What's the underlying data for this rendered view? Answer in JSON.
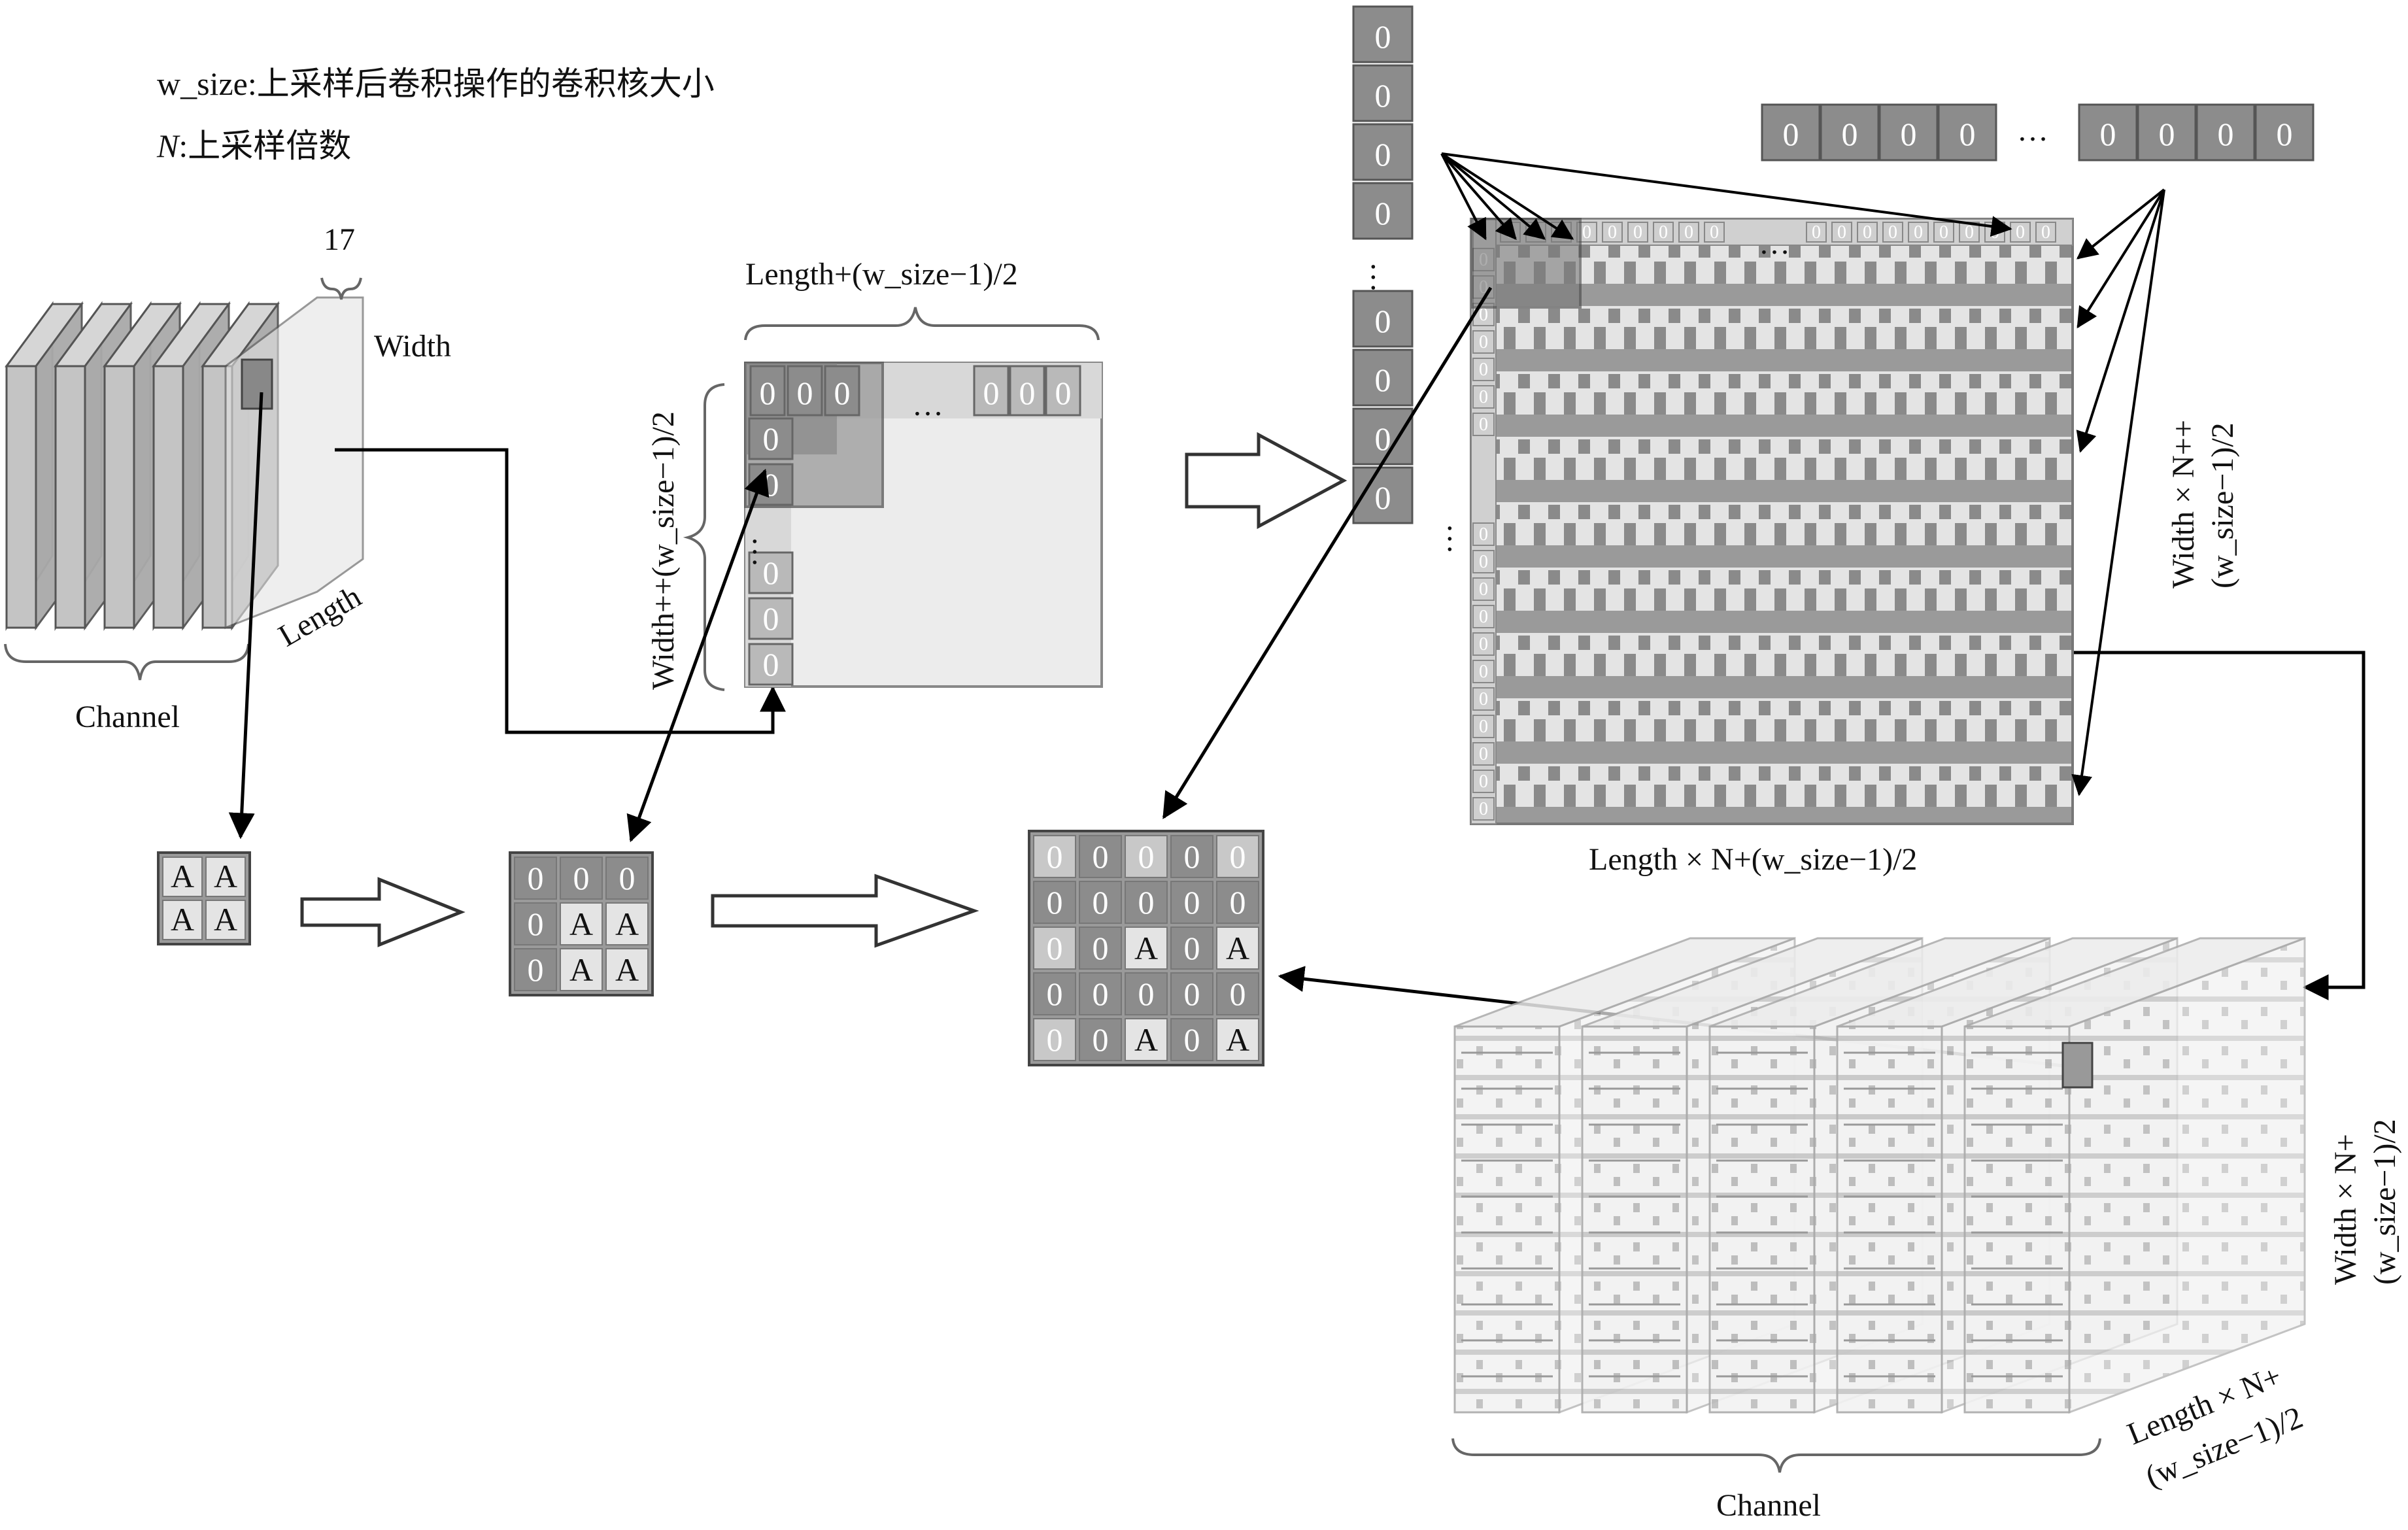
{
  "legend": {
    "wsize": "w_size:上采样后卷积操作的卷积核大小",
    "n_prefix": "N",
    "n_rest": ":上采样倍数"
  },
  "input_tensor": {
    "depth_label": "17",
    "width_label": "Width",
    "length_label": "Length",
    "channel_label": "Channel"
  },
  "padded_map": {
    "top_label": "Length+(w_size−1)/2",
    "side_label": "Width++(w_size−1)/2",
    "cells": [
      "0",
      "0",
      "0",
      "0",
      "0",
      "0"
    ]
  },
  "upsampled_map": {
    "bottom_label": "Length × N+(w_size−1)/2",
    "side_label_line1": "Width × N++",
    "side_label_line2": "(w_size−1)/2",
    "column_cells": [
      "0",
      "0",
      "0",
      "0",
      "0",
      "0",
      "0",
      "0"
    ],
    "row_cells": [
      "0",
      "0",
      "0",
      "0",
      "0",
      "0",
      "0",
      "0"
    ]
  },
  "output_tensor": {
    "side_label_line1": "Width × N+",
    "side_label_line2": "(w_size−1)/2",
    "length_label_line1": "Length × N+",
    "length_label_line2": "(w_size−1)/2",
    "channel_label": "Channel"
  },
  "small_grid": {
    "cells": [
      [
        "A",
        "A"
      ],
      [
        "A",
        "A"
      ]
    ]
  },
  "padded_grid": {
    "cells": [
      [
        "0",
        "0",
        "0"
      ],
      [
        "0",
        "A",
        "A"
      ],
      [
        "0",
        "A",
        "A"
      ]
    ]
  },
  "upsampled_grid": {
    "cells": [
      [
        "0",
        "0",
        "0",
        "0",
        "0"
      ],
      [
        "0",
        "0",
        "0",
        "0",
        "0"
      ],
      [
        "0",
        "0",
        "A",
        "0",
        "A"
      ],
      [
        "0",
        "0",
        "0",
        "0",
        "0"
      ],
      [
        "0",
        "0",
        "A",
        "0",
        "A"
      ]
    ]
  },
  "ellipsis": "…",
  "colors": {
    "dark_cell": "#8c8c8c",
    "light_cell": "#c8c8c8",
    "pale_fill": "#e8e8e8",
    "stroke": "#555555"
  }
}
